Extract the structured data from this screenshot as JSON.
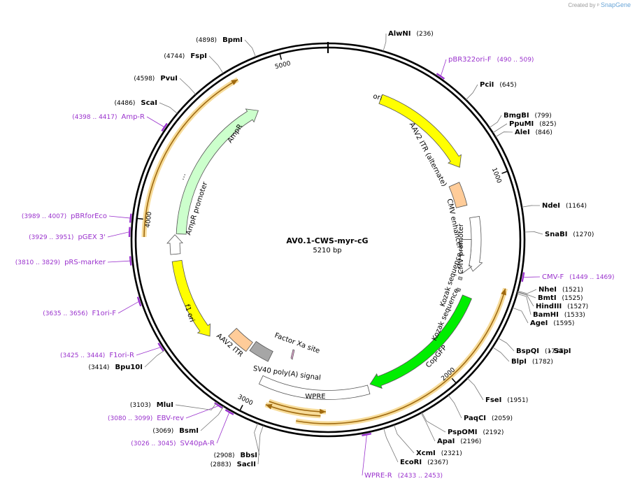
{
  "credit": {
    "prefix": "Created by",
    "brand": "SnapGene"
  },
  "plasmid": {
    "name": "AV0.1-CWS-myr-cG",
    "size": "5210 bp",
    "length": 5210
  },
  "ticks": [
    "1000",
    "2000",
    "3000",
    "4000",
    "5000"
  ],
  "colors": {
    "ori": "#ffff00",
    "ampr": "#ccffcc",
    "itr": "#ffcc99",
    "copgfp": "#00ee00",
    "sv40": "#a6a6a6",
    "primer": "#9a32cd",
    "orf": "#e8a33c"
  },
  "enzymes": [
    {
      "id": "alwni",
      "name": "AlwNI",
      "pos": "(236)",
      "bp": 236
    },
    {
      "id": "pcii",
      "name": "PciI",
      "pos": "(645)",
      "bp": 645
    },
    {
      "id": "bmgbi",
      "name": "BmgBI",
      "pos": "(799)",
      "bp": 799
    },
    {
      "id": "ppumi",
      "name": "PpuMI",
      "pos": "(825)",
      "bp": 825
    },
    {
      "id": "alei",
      "name": "AleI",
      "pos": "(846)",
      "bp": 846
    },
    {
      "id": "ndei",
      "name": "NdeI",
      "pos": "(1164)",
      "bp": 1164
    },
    {
      "id": "snabi",
      "name": "SnaBI",
      "pos": "(1270)",
      "bp": 1270
    },
    {
      "id": "nhei",
      "name": "NheI",
      "pos": "(1521)",
      "bp": 1521
    },
    {
      "id": "bmti",
      "name": "BmtI",
      "pos": "(1525)",
      "bp": 1525
    },
    {
      "id": "hindiii",
      "name": "HindIII",
      "pos": "(1527)",
      "bp": 1527
    },
    {
      "id": "bamhi",
      "name": "BamHI",
      "pos": "(1533)",
      "bp": 1533
    },
    {
      "id": "agei",
      "name": "AgeI",
      "pos": "(1595)",
      "bp": 1595
    },
    {
      "id": "bspqi",
      "name": "BspQI",
      "pos": "(1737)",
      "bp": 1737
    },
    {
      "id": "sapi",
      "name": "- SapI",
      "pos": "",
      "bp": 1737
    },
    {
      "id": "blpi",
      "name": "BlpI",
      "pos": "(1782)",
      "bp": 1782
    },
    {
      "id": "fsei",
      "name": "FseI",
      "pos": "(1951)",
      "bp": 1951
    },
    {
      "id": "paqci",
      "name": "PaqCI",
      "pos": "(2059)",
      "bp": 2059
    },
    {
      "id": "pspomi",
      "name": "PspOMI",
      "pos": "(2192)",
      "bp": 2192
    },
    {
      "id": "apai",
      "name": "ApaI",
      "pos": "(2196)",
      "bp": 2196
    },
    {
      "id": "xcmi",
      "name": "XcmI",
      "pos": "(2321)",
      "bp": 2321
    },
    {
      "id": "ecori",
      "name": "EcoRI",
      "pos": "(2367)",
      "bp": 2367
    },
    {
      "id": "bbsi",
      "name": "BbsI",
      "pos": "(2908)",
      "bp": 2908
    },
    {
      "id": "sacii",
      "name": "SacII",
      "pos": "(2883)",
      "bp": 2883
    },
    {
      "id": "bsmi",
      "name": "BsmI",
      "pos": "(3069)",
      "bp": 3069
    },
    {
      "id": "mlui",
      "name": "MluI",
      "pos": "(3103)",
      "bp": 3103
    },
    {
      "id": "bpu10i",
      "name": "Bpu10I",
      "pos": "(3414)",
      "bp": 3414
    },
    {
      "id": "scai",
      "name": "ScaI",
      "pos": "(4486)",
      "bp": 4486
    },
    {
      "id": "pvui",
      "name": "PvuI",
      "pos": "(4598)",
      "bp": 4598
    },
    {
      "id": "fspi",
      "name": "FspI",
      "pos": "(4744)",
      "bp": 4744
    },
    {
      "id": "bpmi",
      "name": "BpmI",
      "pos": "(4898)",
      "bp": 4898
    }
  ],
  "primers": [
    {
      "id": "pbr322ori",
      "name": "pBR322ori-F",
      "range": "(490 .. 509)",
      "start": 490,
      "end": 509
    },
    {
      "id": "cmvf",
      "name": "CMV-F",
      "range": "(1449 .. 1469)",
      "start": 1449,
      "end": 1469
    },
    {
      "id": "wprer",
      "name": "WPRE-R",
      "range": "(2433 .. 2453)",
      "start": 2433,
      "end": 2453
    },
    {
      "id": "sv40par",
      "name": "SV40pA-R",
      "range": "(3026 .. 3045)",
      "start": 3026,
      "end": 3045
    },
    {
      "id": "ebvrev",
      "name": "EBV-rev",
      "range": "(3080 .. 3099)",
      "start": 3080,
      "end": 3099
    },
    {
      "id": "f1orir",
      "name": "F1ori-R",
      "range": "(3425 .. 3444)",
      "start": 3425,
      "end": 3444
    },
    {
      "id": "f1orif",
      "name": "F1ori-F",
      "range": "(3635 .. 3656)",
      "start": 3635,
      "end": 3656
    },
    {
      "id": "prsmarker",
      "name": "pRS-marker",
      "range": "(3810 .. 3829)",
      "start": 3810,
      "end": 3829
    },
    {
      "id": "pgex3",
      "name": "pGEX 3'",
      "range": "(3929 .. 3951)",
      "start": 3929,
      "end": 3951
    },
    {
      "id": "pbrforeco",
      "name": "pBRforEco",
      "range": "(3989 .. 4007)",
      "start": 3989,
      "end": 4007
    },
    {
      "id": "ampr_primer",
      "name": "Amp-R",
      "range": "(4398 .. 4417)",
      "start": 4398,
      "end": 4417
    }
  ],
  "features": [
    {
      "id": "ori",
      "name": "ori",
      "start": 297,
      "end": 885,
      "dir": "fwd",
      "color": "#ffff00"
    },
    {
      "id": "itr_alt",
      "name": "AAV2 ITR (alternate)",
      "start": 960,
      "end": 1100,
      "dir": "none",
      "color": "#ffcc99"
    },
    {
      "id": "cmv_enh",
      "name": "CMV enhancer",
      "start": 1175,
      "end": 1480,
      "dir": "fwd",
      "color": "#ffffff"
    },
    {
      "id": "cmv_prom",
      "name": "CMV promoter",
      "start": 1300,
      "end": 1505,
      "dir": "fwd",
      "color": "#ffffff"
    },
    {
      "id": "kozak1",
      "name": "Kozak sequence",
      "start": 1530,
      "end": 1545,
      "dir": "none",
      "color": "#bfbfbf"
    },
    {
      "id": "kozak2",
      "name": "Kozak sequence",
      "start": 1598,
      "end": 1612,
      "dir": "none",
      "color": "#bfbfbf"
    },
    {
      "id": "copgfp",
      "name": "CopGFP",
      "start": 1625,
      "end": 2370,
      "dir": "fwd",
      "color": "#00ee00"
    },
    {
      "id": "wpre",
      "name": "WPRE",
      "start": 2385,
      "end": 2975,
      "dir": "none",
      "color": "#ffffff"
    },
    {
      "id": "sv40polya",
      "name": "SV40 poly(A) signal",
      "start": 2985,
      "end": 3115,
      "dir": "none",
      "color": "#a6a6a6"
    },
    {
      "id": "itr3",
      "name": "AAV2 ITR",
      "start": 3130,
      "end": 3270,
      "dir": "none",
      "color": "#ffcc99"
    },
    {
      "id": "f1ori",
      "name": "f1 ori",
      "start": 3340,
      "end": 3792,
      "dir": "rev",
      "color": "#ffff00"
    },
    {
      "id": "amprprom",
      "name": "AmpR promoter",
      "start": 3830,
      "end": 3935,
      "dir": "fwd",
      "color": "#ffffff"
    },
    {
      "id": "ampr",
      "name": "AmpR",
      "start": 3940,
      "end": 4800,
      "dir": "fwd",
      "color": "#ccffcc"
    }
  ],
  "orfs": [
    {
      "id": "orf1",
      "start": 1525,
      "end": 2750,
      "dir": "rev"
    },
    {
      "id": "orf2",
      "start": 2615,
      "end": 2895,
      "dir": "rev"
    },
    {
      "id": "orf3",
      "start": 2640,
      "end": 2905,
      "dir": "fwd"
    },
    {
      "id": "orf4",
      "start": 3920,
      "end": 4785,
      "dir": "fwd"
    }
  ]
}
